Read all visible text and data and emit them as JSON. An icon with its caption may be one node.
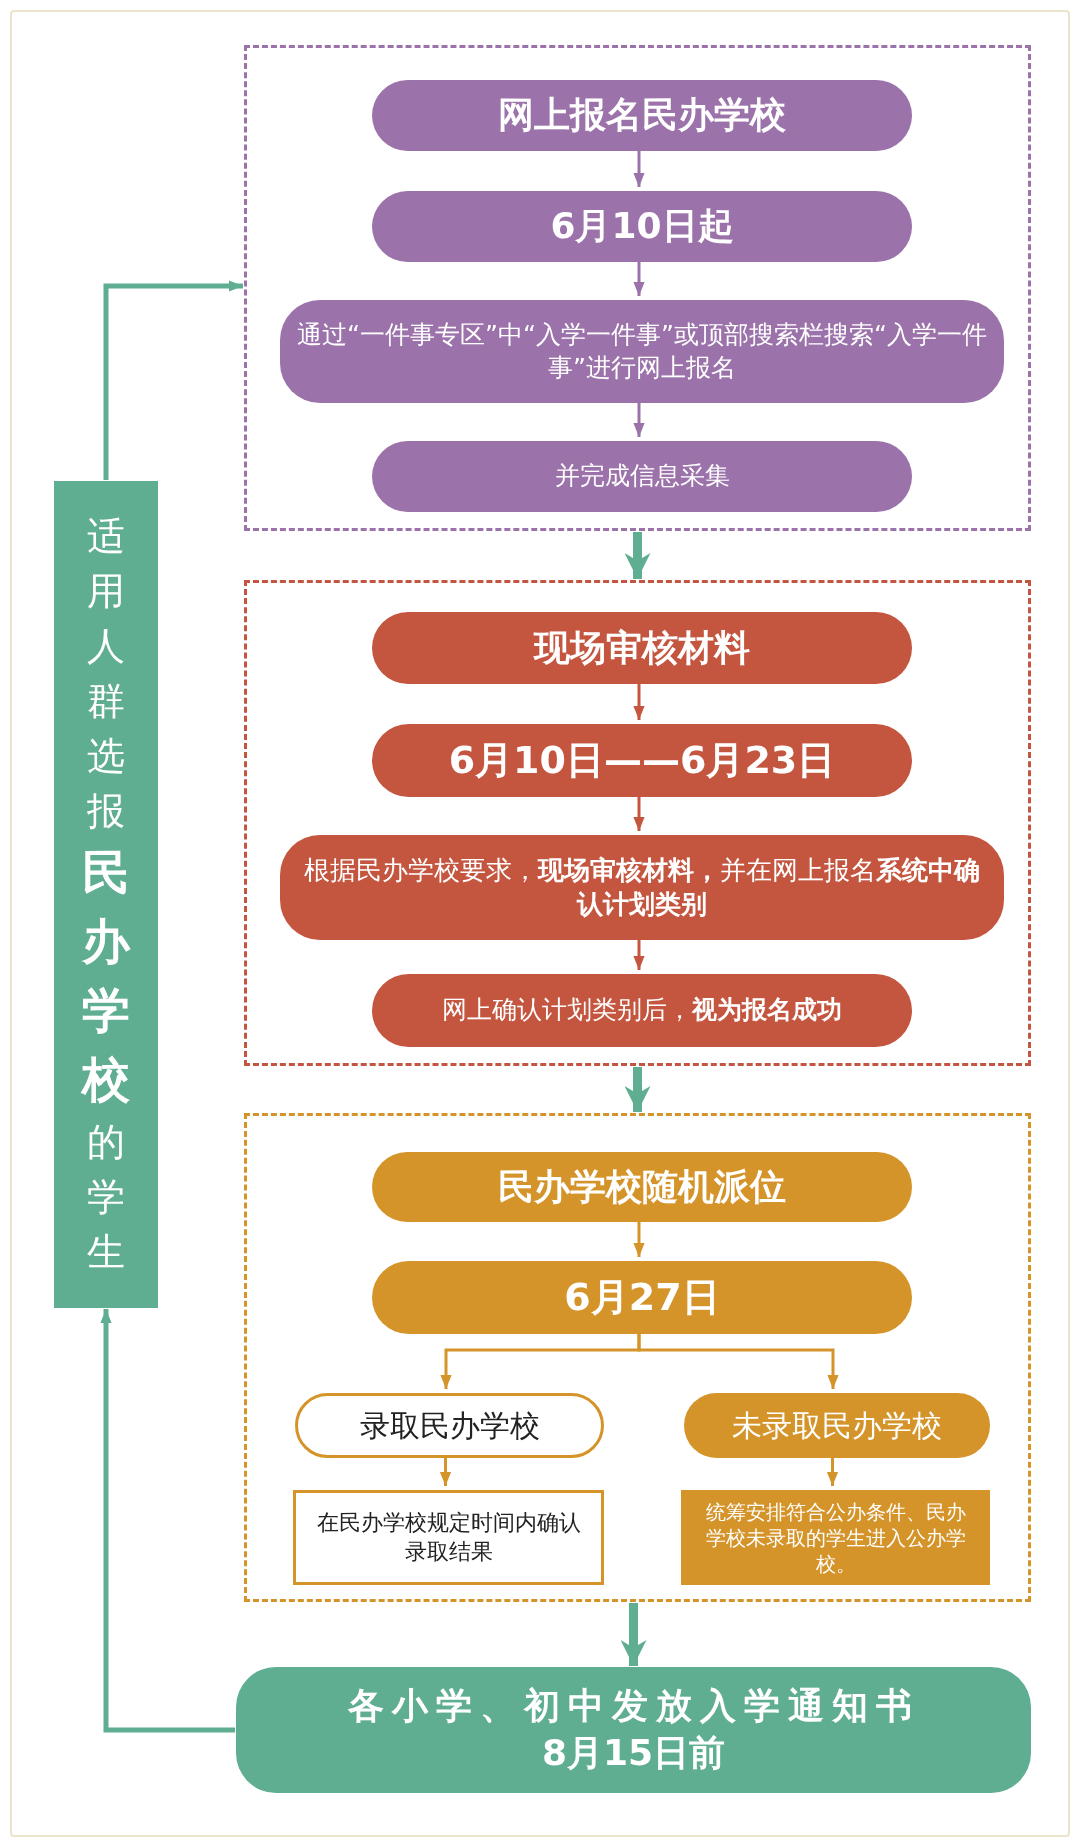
{
  "diagram": {
    "nodes": [
      {
        "text": [],
        "shape": "box"
      },
      {
        "text": [
          "网上报名民办学校"
        ],
        "in": 0
      },
      {
        "text": [
          "6月10日起"
        ],
        "in": 0
      },
      {
        "text": [
          "通过“一件事专区”中“入学一件事”或顶部搜索栏搜索“入学一件事”进行网上报名"
        ],
        "in": 0
      },
      {
        "text": [
          "并完成信息采集"
        ],
        "in": 0
      },
      {
        "text": [],
        "shape": "box"
      },
      {
        "text": [
          "现场审核材料"
        ],
        "in": 5
      },
      {
        "text": [
          "6月10日——6月23日"
        ],
        "in": 5
      },
      {
        "text": [
          "根据民办学校要求，**现场审核材料，**并在网上报名**系统中确认计划类别**"
        ],
        "in": 5
      },
      {
        "text": [
          "网上确认计划类别后，**视为报名成功**"
        ],
        "in": 5
      },
      {
        "text": [],
        "shape": "box"
      },
      {
        "text": [
          "民办学校随机派位"
        ],
        "in": 10
      },
      {
        "text": [
          "6月27日"
        ],
        "in": 10
      },
      {
        "text": [
          "录取民办学校"
        ],
        "in": 10
      },
      {
        "text": [
          "未录取民办学校"
        ],
        "in": 10
      },
      {
        "text": [
          "在民办学校规定时间内确认录取结果"
        ],
        "in": 10
      },
      {
        "text": [
          "统筹安排符合公办条件、民办学校未录取的学生进入公办学校。"
        ],
        "in": 10
      },
      {
        "text": [
          "各小学、初中发放入学通知书",
          "8月15日前"
        ]
      },
      {
        "text": [
          "适用人群选报**民办学校**的学生"
        ]
      }
    ],
    "edges": [
      {
        "from": 1,
        "to": 2,
        "arrow": "to",
        "color": "#9b72aa"
      },
      {
        "from": 2,
        "to": 3,
        "arrow": "to",
        "color": "#9b72aa"
      },
      {
        "from": 3,
        "to": 4,
        "arrow": "to",
        "color": "#9b72aa"
      },
      {
        "from": 0,
        "to": 5,
        "arrow": "to",
        "style": "thick",
        "color": "#5fae91"
      },
      {
        "from": 6,
        "to": 7,
        "arrow": "to",
        "color": "#c4553f"
      },
      {
        "from": 7,
        "to": 8,
        "arrow": "to",
        "color": "#c4553f"
      },
      {
        "from": 8,
        "to": 9,
        "arrow": "to",
        "color": "#c4553f"
      },
      {
        "from": 5,
        "to": 10,
        "arrow": "to",
        "style": "thick",
        "color": "#5fae91"
      },
      {
        "from": 11,
        "to": 12,
        "arrow": "to",
        "color": "#d4942a"
      },
      {
        "from": 12,
        "to": 13,
        "arrow": "to",
        "color": "#d4942a"
      },
      {
        "from": 12,
        "to": 14,
        "arrow": "to",
        "color": "#d4942a"
      },
      {
        "from": 13,
        "to": 15,
        "arrow": "to",
        "color": "#d4942a"
      },
      {
        "from": 14,
        "to": 16,
        "arrow": "to",
        "color": "#d4942a"
      },
      {
        "from": 10,
        "to": 17,
        "arrow": "to",
        "style": "thick",
        "color": "#5fae91"
      },
      {
        "from": 17,
        "to": 18,
        "arrow": "to",
        "color": "#5fae91"
      },
      {
        "from": 18,
        "to": 0,
        "arrow": "to",
        "color": "#5fae91"
      }
    ]
  }
}
